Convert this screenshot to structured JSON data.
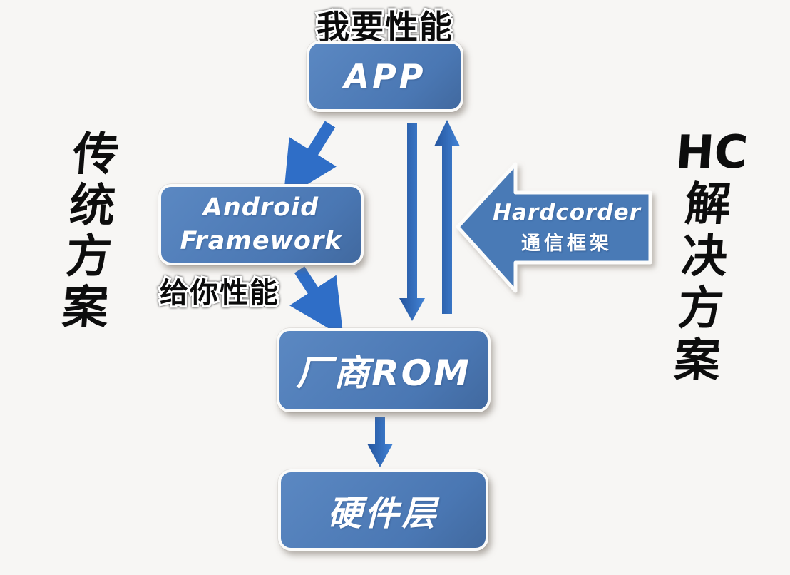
{
  "diagram": {
    "annotations": {
      "top": "我要性能",
      "mid": "给你性能"
    },
    "nodes": {
      "app": "APP",
      "framework_line1": "Android",
      "framework_line2": "Framework",
      "rom": "厂商ROM",
      "hardware": "硬件层"
    },
    "hardcorder_arrow": {
      "line1": "Hardcorder",
      "line2": "通信框架"
    },
    "left_label_chars": [
      "传",
      "统",
      "方",
      "案"
    ],
    "right_label_rows": [
      "HC",
      "解",
      "决",
      "方",
      "案"
    ],
    "colors": {
      "background": "#f7f6f4",
      "box_fill": "#4a77b3",
      "box_border": "#fbfbfa",
      "arrow_bright": "#2f6ec7",
      "arrow_grad_dark": "#24549d",
      "arrow_grad_light": "#4384d6",
      "hardcorder_fill": "#4a7ab6",
      "text_white": "#ffffff",
      "text_black": "#0b0b0b"
    }
  }
}
